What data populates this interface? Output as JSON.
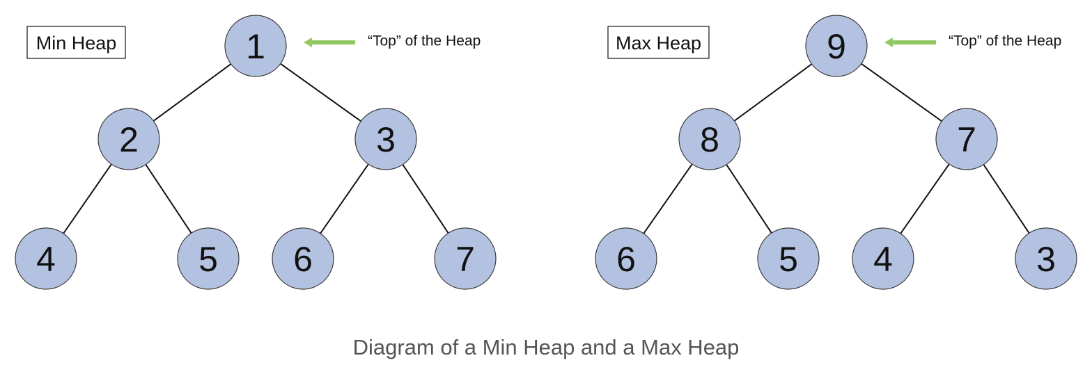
{
  "caption": "Diagram of a Min Heap and a Max Heap",
  "colors": {
    "node_fill": "#b4c2e2",
    "arrow": "#92c862",
    "caption": "#555555"
  },
  "heaps": [
    {
      "id": "min",
      "title": "Min Heap",
      "top_label": "“Top” of the Heap",
      "values": [
        "1",
        "2",
        "3",
        "4",
        "5",
        "6",
        "7"
      ]
    },
    {
      "id": "max",
      "title": "Max Heap",
      "top_label": "“Top” of the Heap",
      "values": [
        "9",
        "8",
        "7",
        "6",
        "5",
        "4",
        "3"
      ]
    }
  ]
}
